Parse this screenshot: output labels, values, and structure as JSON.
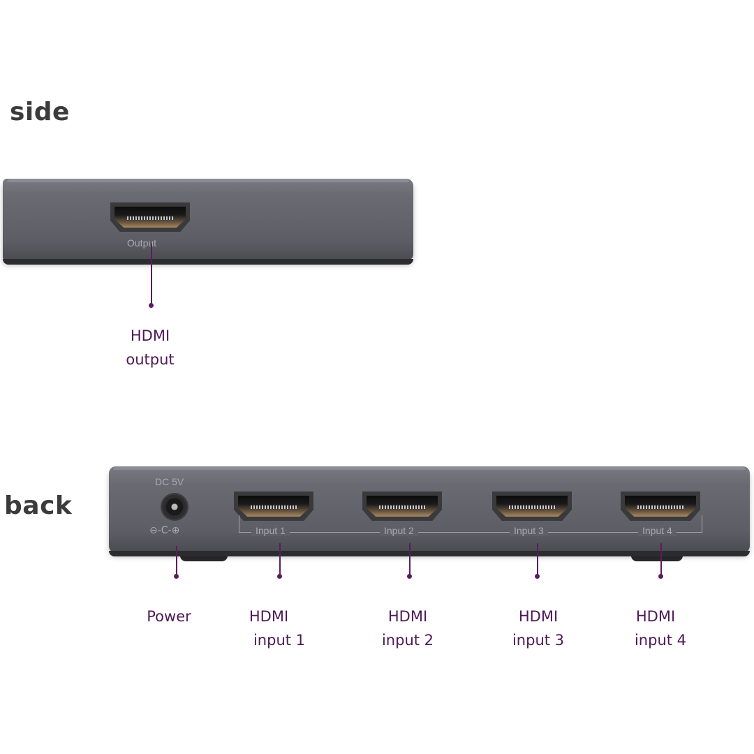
{
  "sections": {
    "side_title": "side",
    "back_title": "back"
  },
  "device_labels": {
    "output": "Output",
    "dc": "DC 5V",
    "polarity": "⊖-C-⊕",
    "input_1": "Input 1",
    "input_2": "Input 2",
    "input_3": "Input 3",
    "input_4": "Input 4"
  },
  "callouts": {
    "hdmi_output": {
      "line1": "HDMI",
      "line2": "output"
    },
    "power": {
      "line1": "Power"
    },
    "hdmi_input_1": {
      "line1": "HDMI",
      "line2": "input 1"
    },
    "hdmi_input_2": {
      "line1": "HDMI",
      "line2": "input 2"
    },
    "hdmi_input_3": {
      "line1": "HDMI",
      "line2": "input 3"
    },
    "hdmi_input_4": {
      "line1": "HDMI",
      "line2": "input 4"
    }
  },
  "colors": {
    "callout_text": "#4d1956",
    "leader_line": "#5a1d5f",
    "device_body": "#606168",
    "title_text": "#3b3b3b"
  }
}
